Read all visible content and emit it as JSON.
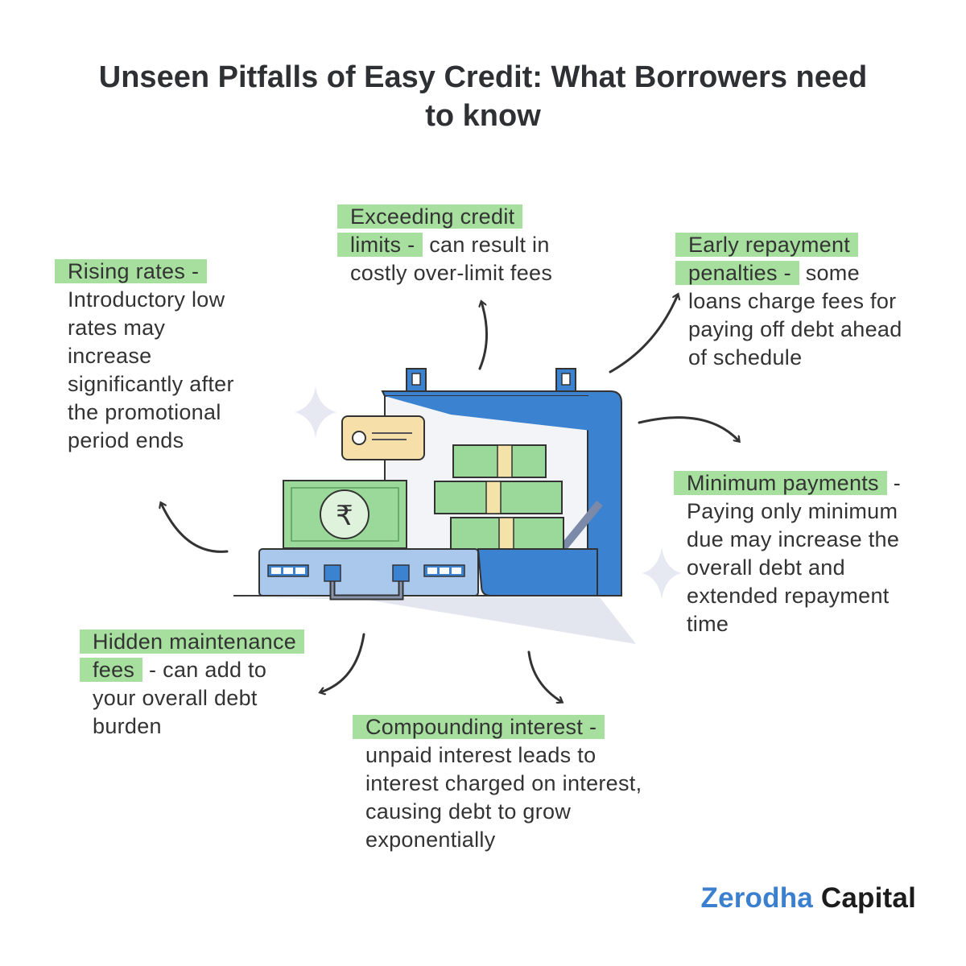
{
  "title": "Unseen Pitfalls of Easy Credit: What Borrowers need to know",
  "callouts": {
    "rising_rates": {
      "key": "Rising rates -",
      "rest": "Introductory low rates may increase significantly after the promotional period ends"
    },
    "exceeding_limits": {
      "key": "Exceeding credit limits -",
      "rest": "can result in costly over-limit fees"
    },
    "early_repayment": {
      "key": "Early repayment penalties -",
      "rest": "some loans charge fees for paying off debt ahead of schedule"
    },
    "minimum_payments": {
      "key": "Minimum payments",
      "rest": "- Paying only minimum due may increase the overall debt and extended repayment time"
    },
    "hidden_fees": {
      "key": "Hidden maintenance fees",
      "rest": "- can add to your overall debt burden"
    },
    "compounding": {
      "key": "Compounding interest -",
      "rest": "unpaid interest leads to interest charged on interest, causing debt to grow exponentially"
    }
  },
  "currency_symbol": "₹",
  "icons": [
    "sparkle-icon",
    "rupee-icon",
    "id-card-icon",
    "arrow-icon"
  ],
  "colors": {
    "highlight": "#a6df9e",
    "case_blue": "#3b82d0",
    "case_light": "#a9c8ec",
    "cash_green": "#9ad99a",
    "brand_blue": "#3b7fcf",
    "brand_dark": "#1c1c1c"
  },
  "brand": {
    "part1": "Zerodha",
    "part2": "Capital"
  }
}
